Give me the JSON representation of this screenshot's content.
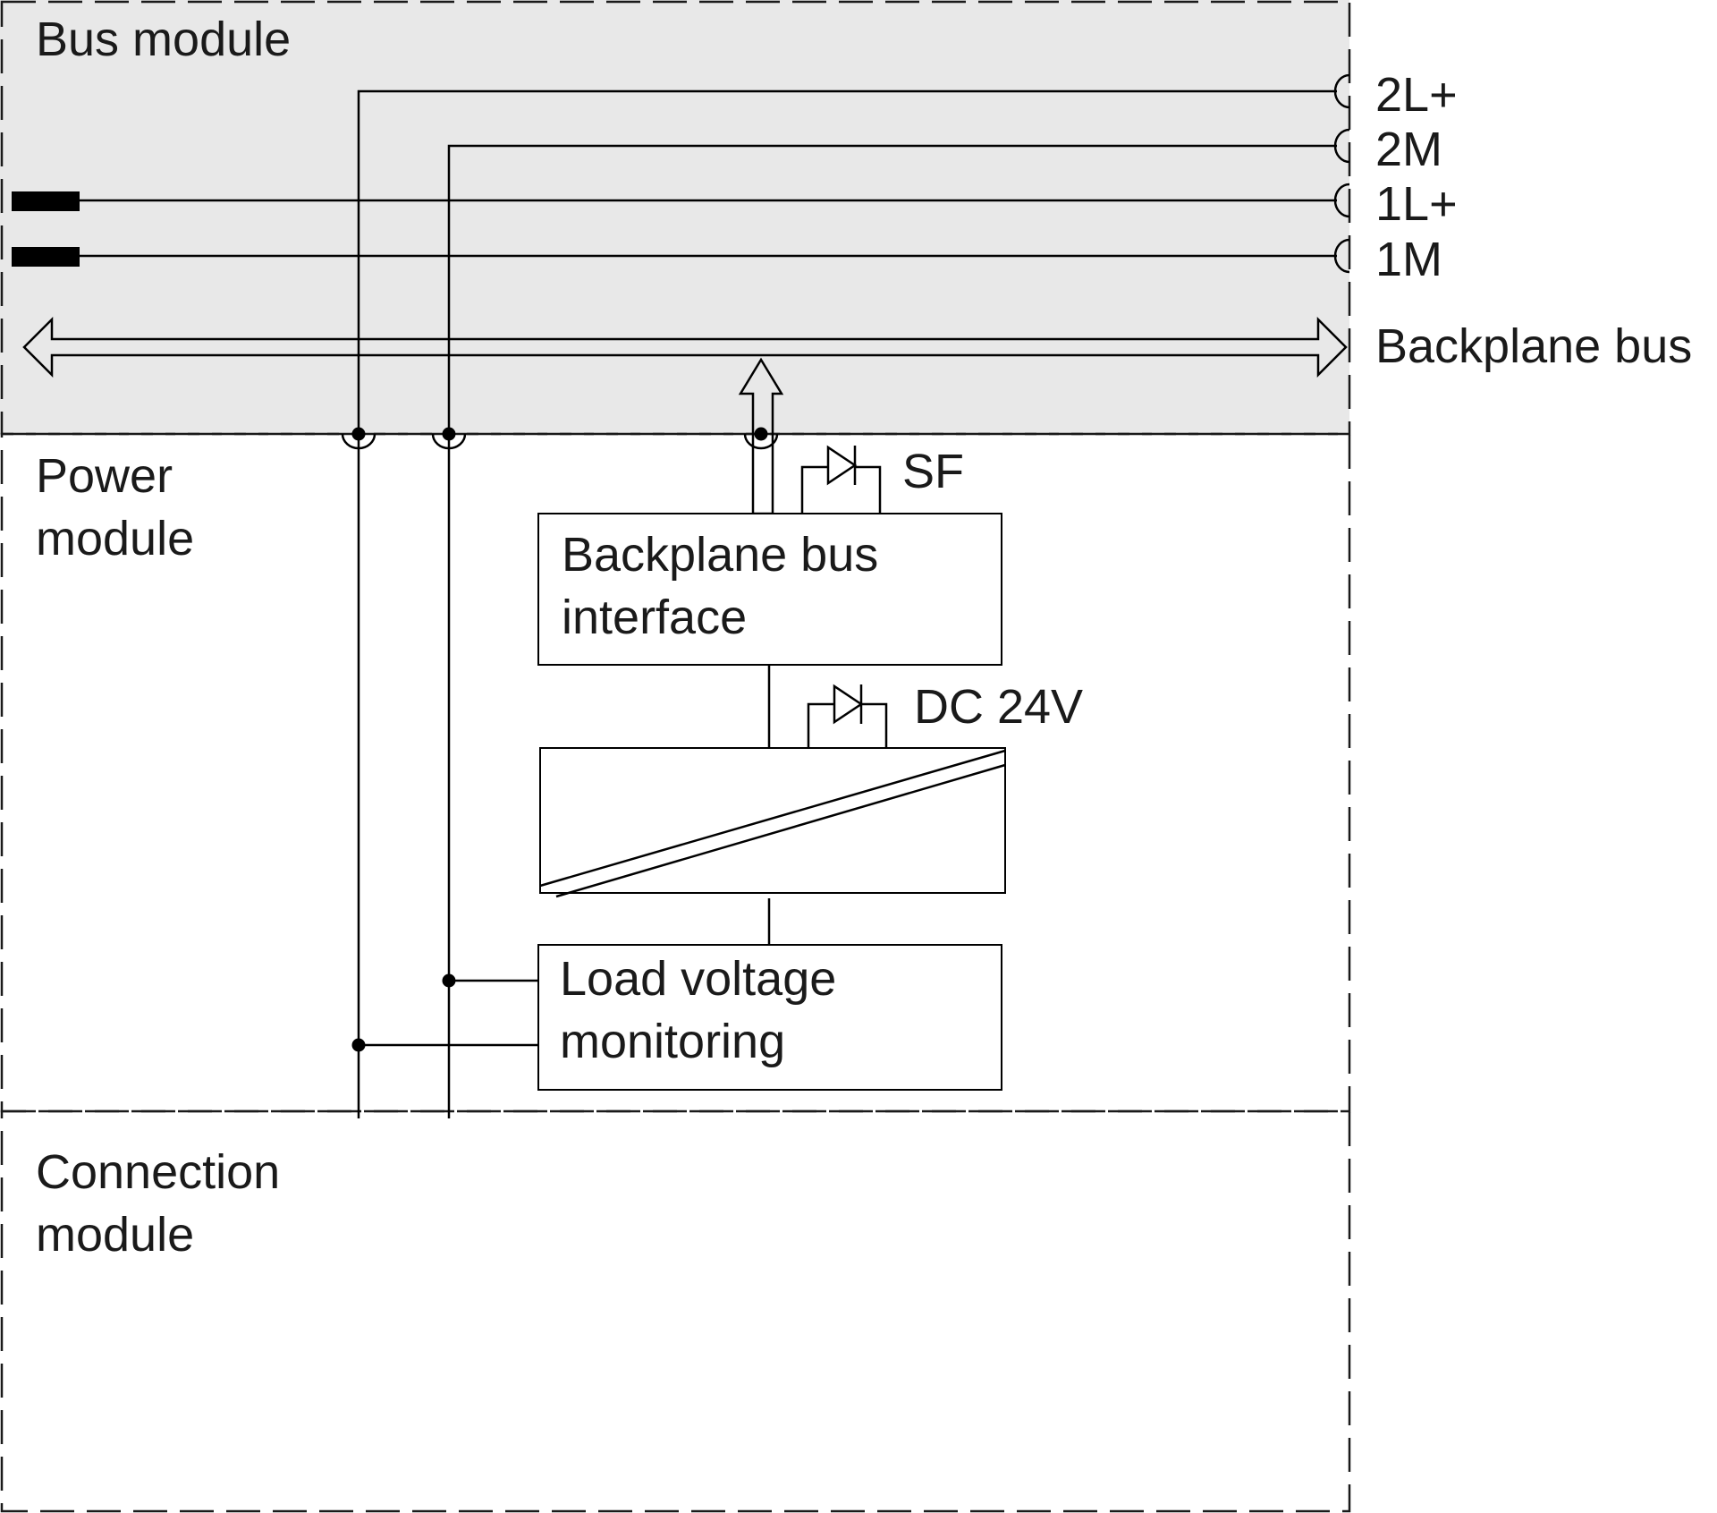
{
  "modules": {
    "bus": "Bus module",
    "power_line1": "Power",
    "power_line2": "module",
    "connection_line1": "Connection",
    "connection_line2": "module"
  },
  "terminals": [
    "2L+",
    "2M",
    "1L+",
    "1M"
  ],
  "backplane_bus_label": "Backplane bus",
  "blocks": {
    "backplane_interface_line1": "Backplane bus",
    "backplane_interface_line2": "interface",
    "load_monitoring_line1": "Load voltage",
    "load_monitoring_line2": "monitoring"
  },
  "indicators": {
    "sf": "SF",
    "dc24v": "DC 24V"
  },
  "colors": {
    "bus_module_fill": "#e8e8e8",
    "line": "#000000"
  }
}
